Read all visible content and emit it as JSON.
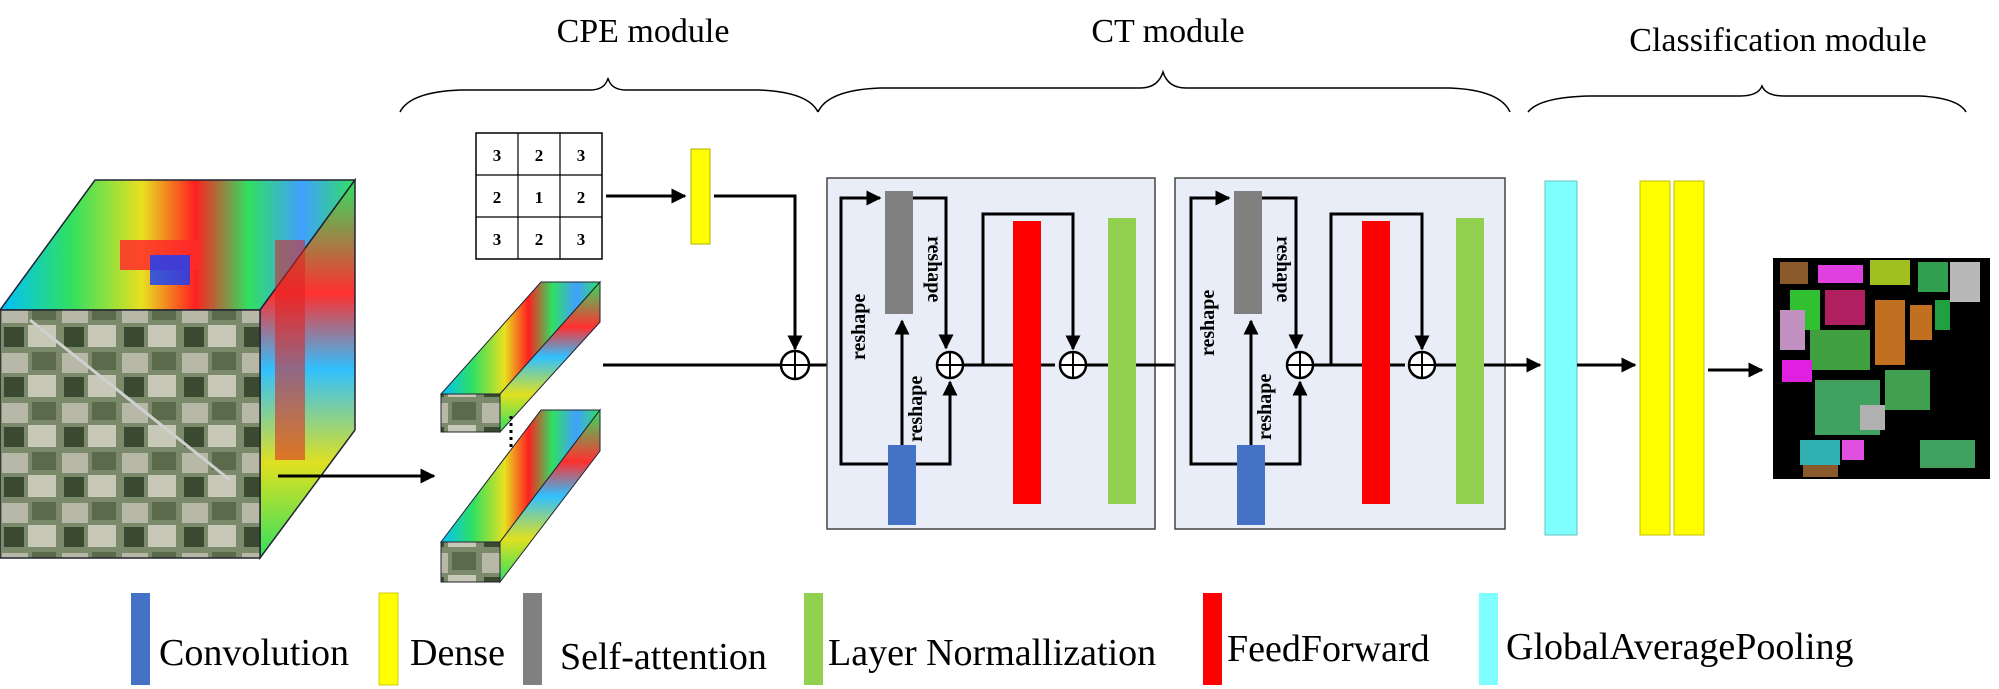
{
  "modules": {
    "cpe": "CPE module",
    "ct": "CT module",
    "classification": "Classification module"
  },
  "position_grid": [
    "3",
    "2",
    "3",
    "2",
    "1",
    "2",
    "3",
    "2",
    "3"
  ],
  "reshape_label": "reshape",
  "legend": [
    {
      "label": "Convolution",
      "color": "#4472C4"
    },
    {
      "label": "Dense",
      "color": "#FFFF00"
    },
    {
      "label": "Self-attention",
      "color": "#808080"
    },
    {
      "label": "Layer Normallization",
      "color": "#92D050"
    },
    {
      "label": "FeedForward",
      "color": "#FF0000"
    },
    {
      "label": "GlobalAveragePooling",
      "color": "#80FFFF"
    }
  ],
  "colors": {
    "panel_fill": "#E8EDF7",
    "convolution": "#4472C4",
    "dense": "#FFFF00",
    "self_attention": "#808080",
    "layer_norm": "#92D050",
    "feedforward": "#FF0000",
    "global_avg_pool": "#80FFFF"
  }
}
